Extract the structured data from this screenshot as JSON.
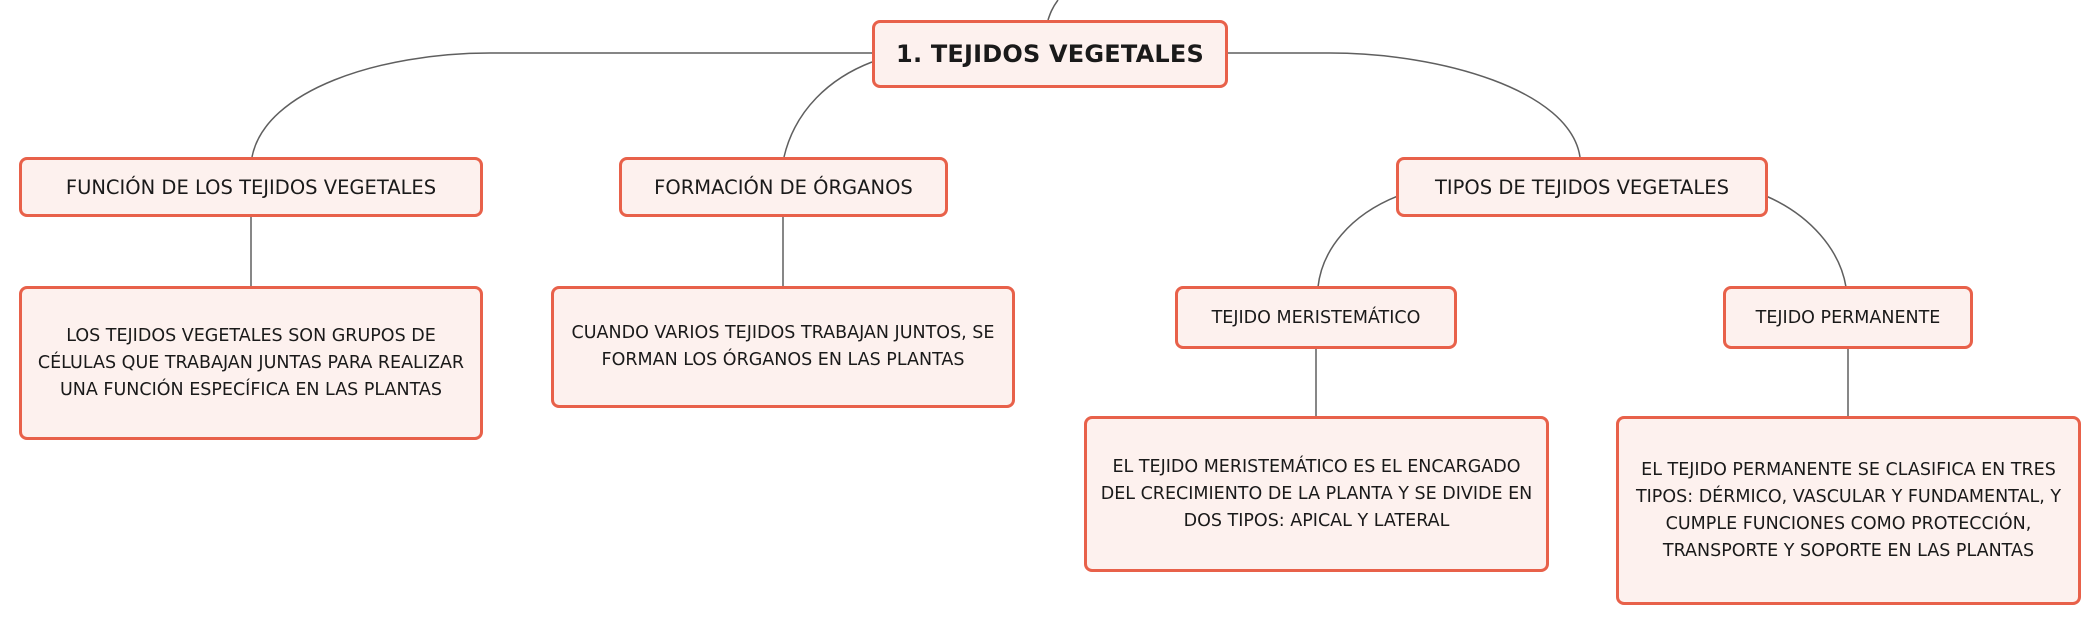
{
  "colors": {
    "node_fill": "#fdf1ee",
    "node_border": "#e8614a",
    "connector": "#5f5f5f",
    "text": "#1a1a1a"
  },
  "root": {
    "title": "1. TEJIDOS VEGETALES"
  },
  "branches": {
    "funcion": {
      "title": "FUNCIÓN DE LOS TEJIDOS VEGETALES",
      "description": "LOS TEJIDOS VEGETALES SON GRUPOS DE CÉLULAS QUE TRABAJAN JUNTAS PARA REALIZAR UNA FUNCIÓN ESPECÍFICA EN LAS PLANTAS"
    },
    "formacion": {
      "title": "FORMACIÓN DE ÓRGANOS",
      "description": "CUANDO VARIOS TEJIDOS TRABAJAN JUNTOS, SE FORMAN LOS ÓRGANOS EN LAS PLANTAS"
    },
    "tipos": {
      "title": "TIPOS DE TEJIDOS VEGETALES",
      "meristematico": {
        "title": "TEJIDO MERISTEMÁTICO",
        "description": "EL TEJIDO MERISTEMÁTICO ES EL ENCARGADO DEL CRECIMIENTO DE LA PLANTA Y SE DIVIDE EN DOS TIPOS: APICAL Y LATERAL"
      },
      "permanente": {
        "title": "TEJIDO PERMANENTE",
        "description": "EL TEJIDO PERMANENTE SE CLASIFICA EN TRES TIPOS: DÉRMICO, VASCULAR Y FUNDAMENTAL, Y CUMPLE FUNCIONES COMO PROTECCIÓN, TRANSPORTE Y SOPORTE EN LAS PLANTAS"
      }
    }
  }
}
